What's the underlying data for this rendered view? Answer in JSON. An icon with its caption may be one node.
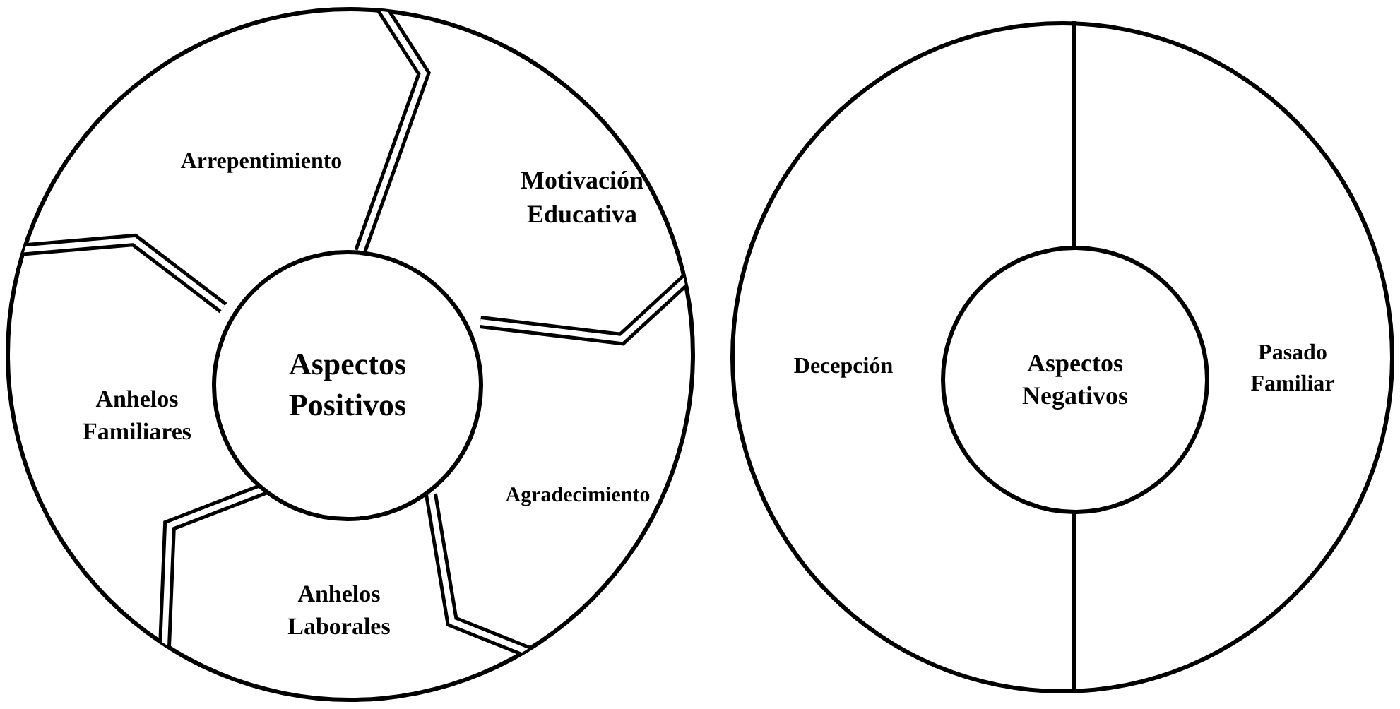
{
  "diagram": {
    "nodes": [
      {
        "text": [],
        "shape": "circle"
      },
      {
        "text": [
          "Aspectos Positivos"
        ],
        "in": 0
      },
      {
        "text": [
          "Arrepentimiento"
        ],
        "in": 0
      },
      {
        "text": [
          "Motivación Educativa"
        ],
        "in": 0
      },
      {
        "text": [
          "Anhelos Familiares"
        ],
        "in": 0
      },
      {
        "text": [
          "Agradecimiento"
        ],
        "in": 0
      },
      {
        "text": [
          "Anhelos Laborales"
        ],
        "in": 0
      },
      {
        "text": [],
        "shape": "circle"
      },
      {
        "text": [
          "Aspectos Negativos"
        ],
        "in": 7
      },
      {
        "text": [
          "Decepción"
        ],
        "in": 7
      },
      {
        "text": [
          "Pasado Familiar"
        ],
        "in": 7
      }
    ]
  }
}
